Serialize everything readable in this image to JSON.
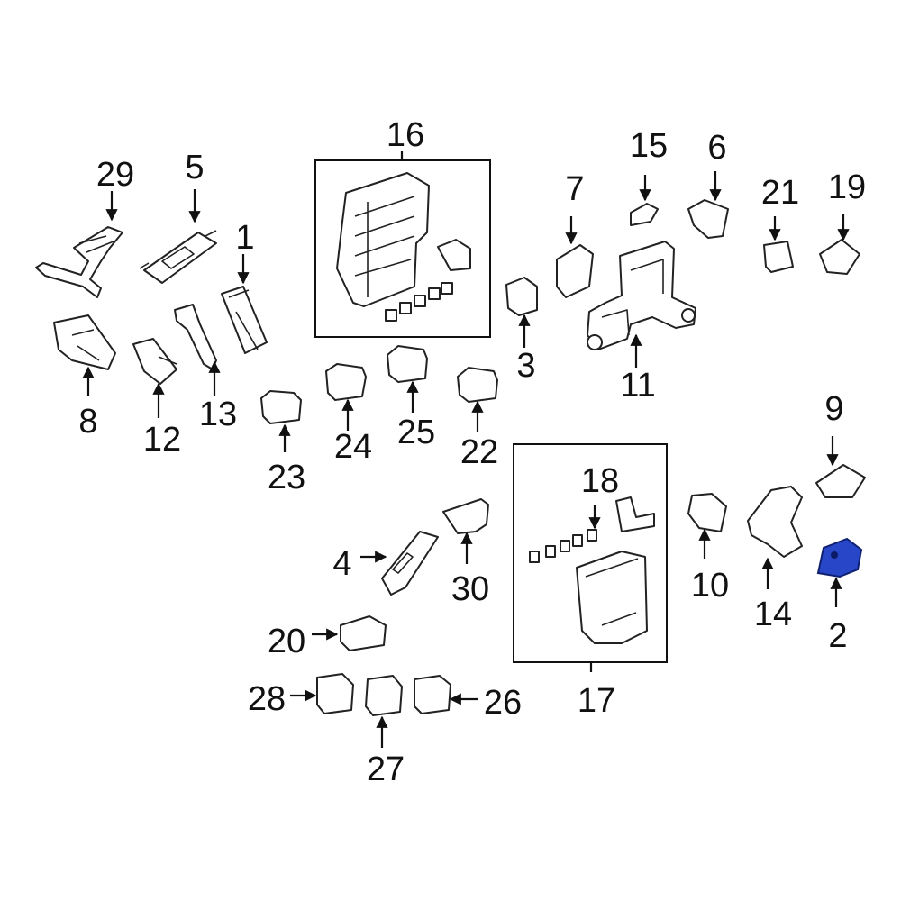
{
  "accent_color": "#2847c8",
  "highlighted_callout": "2",
  "callouts": [
    "1",
    "2",
    "3",
    "4",
    "5",
    "6",
    "7",
    "8",
    "9",
    "10",
    "11",
    "12",
    "13",
    "14",
    "15",
    "16",
    "17",
    "18",
    "19",
    "20",
    "21",
    "22",
    "23",
    "24",
    "25",
    "26",
    "27",
    "28",
    "29",
    "30"
  ]
}
